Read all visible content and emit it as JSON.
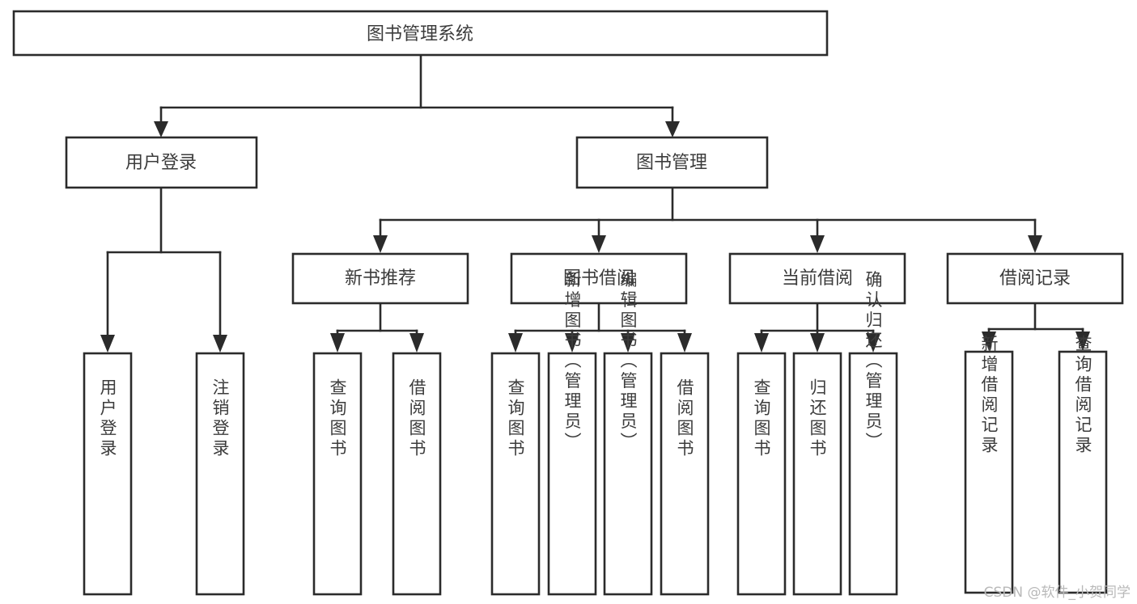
{
  "diagram": {
    "type": "tree",
    "title": "图书管理系统",
    "watermark": "CSDN @软件_小贺同学",
    "colors": {
      "stroke": "#2b2b2b",
      "box_fill": "#ffffff",
      "text": "#3c3c3c",
      "background": "#ffffff",
      "watermark": "#b9b9b9"
    },
    "levels": {
      "root": {
        "label": "图书管理系统"
      },
      "level2": [
        {
          "label": "用户登录"
        },
        {
          "label": "图书管理"
        }
      ],
      "level3": [
        {
          "label": "新书推荐"
        },
        {
          "label": "图书借阅"
        },
        {
          "label": "当前借阅"
        },
        {
          "label": "借阅记录"
        }
      ],
      "leaves": {
        "user_login": [
          {
            "label": "用户登录"
          },
          {
            "label": "注销登录"
          }
        ],
        "new_book_recommend": [
          {
            "label": "查询图书"
          },
          {
            "label": "借阅图书"
          }
        ],
        "book_borrow": [
          {
            "label": "查询图书"
          },
          {
            "label": "新增图书（管理员）"
          },
          {
            "label": "编辑图书（管理员）"
          },
          {
            "label": "借阅图书"
          }
        ],
        "current_borrow": [
          {
            "label": "查询图书"
          },
          {
            "label": "归还图书"
          },
          {
            "label": "确认归还（管理员）"
          }
        ],
        "borrow_record": [
          {
            "label": "新增借阅记录"
          },
          {
            "label": "查询借阅记录"
          }
        ]
      }
    }
  }
}
